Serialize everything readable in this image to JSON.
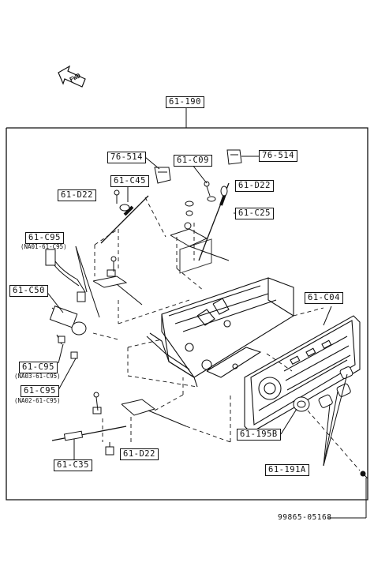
{
  "forward_arrow": {
    "text": "FWD",
    "icon": "forward-arrow-icon"
  },
  "callouts": {
    "assembly": "61-190",
    "bracket_left": "76-514",
    "bracket_right": "76-514",
    "bolt_c09": "61-C09",
    "cable_c45": "61-C45",
    "screw_d22_upper_left": "61-D22",
    "screw_d22_upper_right": "61-D22",
    "cable_c25": "61-C25",
    "connector_c95_top": "61-C95",
    "connector_c50": "61-C50",
    "connector_c95_mid": "61-C95",
    "connector_c95_bottom": "61-C95",
    "panel_c04": "61-C04",
    "knob_195b": "61-195B",
    "knob_191a": "61-191A",
    "cable_c35": "61-C35",
    "screw_d22_lower": "61-D22"
  },
  "notes": {
    "c95_top_note": "(NA01-61-C95)",
    "c95_mid_note": "(NA03-61-C95)",
    "c95_bottom_note": "(NA02-61-C95)"
  },
  "document_number": "99865-05168"
}
